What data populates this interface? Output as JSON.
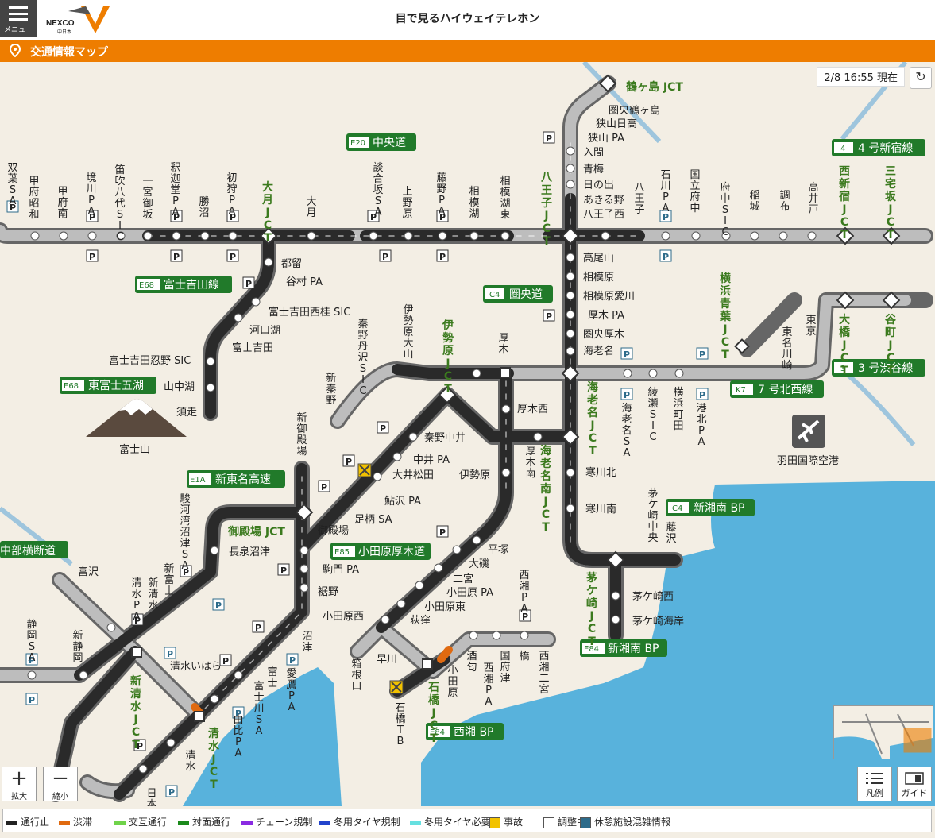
{
  "header": {
    "menu_label": "メニュー",
    "logo_text": "NEXCO",
    "logo_sub": "中日本",
    "title": "目で見るハイウェイテレホン"
  },
  "subheader": {
    "title": "交通情報マップ"
  },
  "status": {
    "timestamp": "2/8 16:55 現在"
  },
  "controls": {
    "zoom_in": "拡大",
    "zoom_out": "縮小",
    "legend": "凡例",
    "guide": "ガイド"
  },
  "legend": [
    {
      "label": "通行止",
      "color": "#222222"
    },
    {
      "label": "渋滞",
      "color": "#e06a10"
    },
    {
      "label": "交互通行",
      "color": "#6fd34a"
    },
    {
      "label": "対面通行",
      "color": "#1b8a1b"
    },
    {
      "label": "チェーン規制",
      "color": "#8a2be2"
    },
    {
      "label": "冬用タイヤ規制",
      "color": "#2244cc"
    },
    {
      "label": "冬用タイヤ必要",
      "color": "#66e0e0"
    },
    {
      "label": "事故",
      "color": "#f2c200"
    },
    {
      "label": "調整中",
      "color": "#ffffff"
    },
    {
      "label": "休憩施設混雑情報",
      "color": "#2d6b8a"
    }
  ],
  "road_labels": {
    "e20": {
      "code": "E20",
      "name": "中央道"
    },
    "e68a": {
      "code": "E68",
      "name": "富士吉田線"
    },
    "e68b": {
      "code": "E68",
      "name": "東富士五湖"
    },
    "c4a": {
      "code": "C4",
      "name": "圏央道"
    },
    "c4b": {
      "code": "C4",
      "name": "新湘南 BP"
    },
    "r4": {
      "code": "4",
      "name": "4 号新宿線"
    },
    "r3": {
      "code": "3",
      "name": "3 号渋谷線"
    },
    "k7": {
      "code": "K7",
      "name": "7 号北西線"
    },
    "e1a": {
      "code": "E1A",
      "name": "新東名高速"
    },
    "e85": {
      "code": "E85",
      "name": "小田原厚木道"
    },
    "e84a": {
      "code": "E84",
      "name": "新湘南 BP"
    },
    "e84b": {
      "code": "E84",
      "name": "西湘 BP"
    },
    "chubu": {
      "code": "",
      "name": "中部横断道"
    }
  },
  "jct": {
    "tsurugashima": "鶴ヶ島 JCT",
    "otsuki": "大月JCT",
    "hachioji": "八王子JCT",
    "nishishinjuku": "西新宿JCT",
    "sangenjaya": "三宅坂JCT",
    "yokohama_aoba": "横浜青葉JCT",
    "ohashi": "大橋JCT",
    "tanimachi": "谷町JCT",
    "isehara": "伊勢原JCT",
    "ebina": "海老名JCT",
    "ebina_minami": "海老名南JCT",
    "gotemba": "御殿場 JCT",
    "shin_shimizu": "新清水JCT",
    "shimizu": "清水JCT",
    "chigasaki": "茅ケ崎JCT",
    "ishibashi": "石橋JCT"
  },
  "places": {
    "kenou_tsurugashima": "圏央鶴ヶ島",
    "sayama_hidaka": "狭山日高",
    "sayama_pa": "狭山 PA",
    "iruma": "入間",
    "omekake": "青梅",
    "hinode": "日の出",
    "akiruno": "あきる野",
    "hachioji_nishi": "八王子西",
    "takaosan": "高尾山",
    "sagamihara": "相模原",
    "sagamihara_aikawa": "相模原愛川",
    "atsugi_pa": "厚木 PA",
    "kenou_atsugi": "圏央厚木",
    "ebina_kita": "海老名",
    "tsuru": "都留",
    "yamura_pa": "谷村 PA",
    "fujiyoshida_nishi": "富士吉田西桂 SIC",
    "kawaguchiko": "河口湖",
    "fujiyoshida": "富士吉田",
    "fujiyoshida_oshino": "富士吉田忍野 SIC",
    "yamanakako": "山中湖",
    "subashiri": "須走",
    "fujisan": "富士山",
    "hadano_nakai": "秦野中井",
    "nakai_pa": "中井 PA",
    "oi_matsuda": "大井松田",
    "isehara": "伊勢原",
    "ayusawa_pa": "鮎沢 PA",
    "ashigara_sa": "足柄 SA",
    "gotemba": "御殿場",
    "nagaizumi": "長泉沼津",
    "komakado_pa": "駒門 PA",
    "susono": "裾野",
    "odawara_nishi": "小田原西",
    "hiratsuka": "平塚",
    "oiso": "大磯",
    "ninomiya": "二宮",
    "odawara_pa": "小田原 PA",
    "odawara_higashi": "小田原東",
    "ogikubo": "荻窪",
    "hayakawa": "早川",
    "atsugi_nishi": "厚木西",
    "samukawa_kita": "寒川北",
    "samukawa_minami": "寒川南",
    "chigasaki_nishi": "茅ケ崎西",
    "chigasaki_kaigan": "茅ケ崎海岸",
    "fujikawa": "富士",
    "shimizu_ihara": "清水いはら",
    "tomizawa": "富沢",
    "haneda": "羽田国際空港",
    "shinjuku_hachiouji": "八王子",
    "shinjuku_kunitachi": "国立府中",
    "shinjuku_fuchu": "府中 SIC",
    "inagi": "稲城",
    "chofu": "調布",
    "takaido": "高井戸"
  },
  "vertical_places": {
    "sofu_sa": "双葉SA",
    "kofu_showa": "甲府昭和",
    "kofu_minami": "甲府南",
    "sakaigawa_pa": "境川PA",
    "fuefuki": "笛吹八代SIC",
    "ichinomiya": "一宮御坂",
    "shakado_pa": "釈迦堂PA",
    "katsunuma": "勝沼",
    "hatsukari_pa": "初狩PA",
    "otsuki": "大月",
    "dangozaka_sa": "談合坂SA",
    "uenohara": "上野原",
    "fujino_pa": "藤野PA",
    "sagamiko": "相模湖",
    "sagamiko_higashi": "相模湖東",
    "hachioji_jct_top": "八王子",
    "ishikawa_pa": "石川PA",
    "kunitachi_fuchu": "国立府中",
    "fuchu_sic": "府中SIC",
    "inagi": "稲城",
    "chofu": "調布",
    "takaido": "高井戸",
    "isehara_oyama": "伊勢原大山",
    "hadano_tanzawa": "秦野丹沢SIC",
    "shin_hadano": "新秦野",
    "atsugi": "厚木",
    "ebina_sa": "海老名SA",
    "ayase_sic": "綾瀬SIC",
    "yokohama_machida": "横浜町田",
    "kohoku_pa": "港北PA",
    "tomei_kawasaki": "東名川崎",
    "tokyo": "東京",
    "atsugi_minami": "厚木南",
    "chigasaki_chuo": "茅ケ崎中央",
    "fujisawa": "藤沢",
    "shin_gotemba": "新御殿場",
    "surugawan_numazu": "駿河湾沼津SA",
    "shin_fuji": "新富士",
    "shimizu_pa": "清水PA",
    "shin_shimizu": "新清水",
    "shizuoka_sa": "静岡SA",
    "shin_shizuoka": "新静岡",
    "numazu": "沼津",
    "fuji": "富士",
    "ashitaka_pa": "愛鷹PA",
    "fujikawa_sa": "富士川SA",
    "yui_pa": "由比PA",
    "shimizu": "清水",
    "nihondaira": "日本平",
    "hakone_guchi": "箱根口",
    "ishibashi_tb": "石橋TB",
    "odawara": "小田原",
    "sakawa": "酒匂",
    "kozu": "国府津",
    "nishisho_pa": "西湘PA",
    "hashi": "橋",
    "ninomiya2": "西湘二宮",
    "nishisho_pa2": "西湘PA"
  }
}
